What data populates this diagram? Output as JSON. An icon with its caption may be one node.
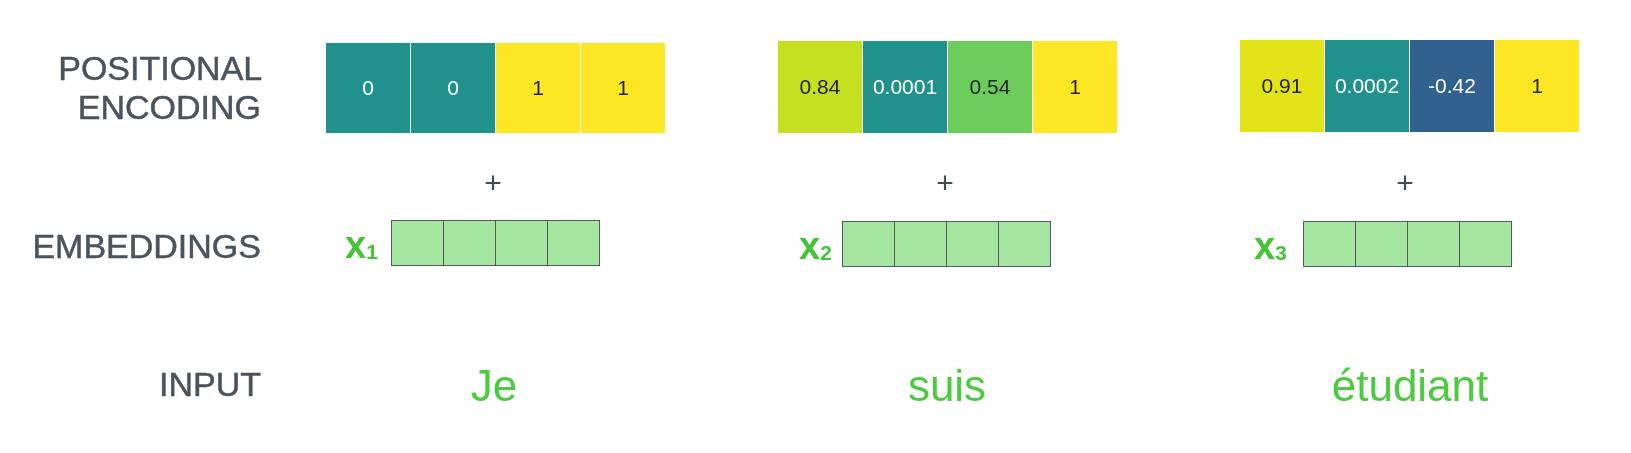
{
  "diagram": {
    "nodes": [
      {
        "text": [
          "0"
        ]
      },
      {
        "text": [
          "0"
        ]
      },
      {
        "text": [
          "1"
        ]
      },
      {
        "text": [
          "1"
        ]
      },
      {
        "text": [
          "0.84"
        ]
      },
      {
        "text": [
          "0.0001"
        ]
      },
      {
        "text": [
          "0.54"
        ]
      },
      {
        "text": [
          "1"
        ]
      },
      {
        "text": [
          "0.91"
        ]
      },
      {
        "text": [
          "0.0002"
        ]
      },
      {
        "text": [
          "-0.42"
        ]
      },
      {
        "text": [
          "1"
        ]
      },
      {
        "text": [],
        "shape": "box"
      },
      {
        "text": [],
        "shape": "box"
      },
      {
        "text": [],
        "shape": "box"
      },
      {
        "text": [],
        "shape": "box"
      },
      {
        "text": [],
        "shape": "box"
      },
      {
        "text": [],
        "shape": "box"
      },
      {
        "text": [],
        "shape": "box"
      },
      {
        "text": [],
        "shape": "box"
      },
      {
        "text": [],
        "shape": "box"
      },
      {
        "text": [],
        "shape": "box"
      },
      {
        "text": [],
        "shape": "box"
      },
      {
        "text": [],
        "shape": "box"
      }
    ],
    "edges": [],
    "labels": [
      "POSITIONAL ENCODING",
      "+",
      "+",
      "+",
      "EMBEDDINGS",
      "x$_{1}$",
      "x$_{2}$",
      "x$_{3}$",
      "INPUT",
      "Je",
      "suis",
      "étudiant"
    ]
  }
}
